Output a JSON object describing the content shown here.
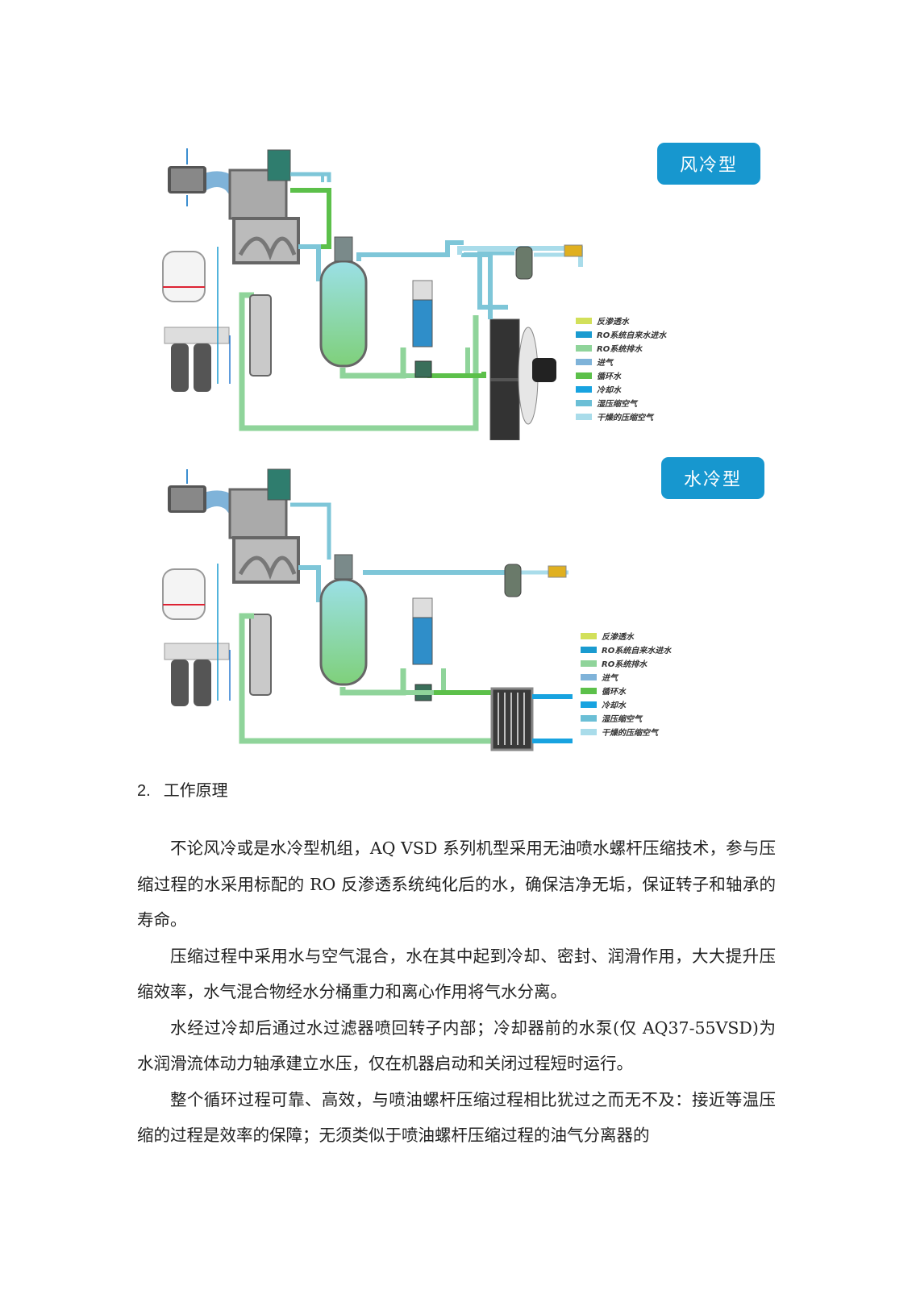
{
  "diagrams": [
    {
      "badge": "风冷型",
      "legend": [
        {
          "label": "反渗透水",
          "color": "#d2e05a"
        },
        {
          "label": "RO系统自来水进水",
          "color": "#1a9bd0"
        },
        {
          "label": "RO系统排水",
          "color": "#8fd49a"
        },
        {
          "label": "进气",
          "color": "#7fb3d9"
        },
        {
          "label": "循环水",
          "color": "#5cc04a"
        },
        {
          "label": "冷却水",
          "color": "#18a3e0"
        },
        {
          "label": "湿压缩空气",
          "color": "#6bbfd6"
        },
        {
          "label": "干燥的压缩空气",
          "color": "#a9dcea"
        }
      ]
    },
    {
      "badge": "水冷型",
      "legend": [
        {
          "label": "反渗透水",
          "color": "#d2e05a"
        },
        {
          "label": "RO系统自来水进水",
          "color": "#1a9bd0"
        },
        {
          "label": "RO系统排水",
          "color": "#8fd49a"
        },
        {
          "label": "进气",
          "color": "#7fb3d9"
        },
        {
          "label": "循环水",
          "color": "#5cc04a"
        },
        {
          "label": "冷却水",
          "color": "#18a3e0"
        },
        {
          "label": "湿压缩空气",
          "color": "#6bbfd6"
        },
        {
          "label": "干燥的压缩空气",
          "color": "#a9dcea"
        }
      ]
    }
  ],
  "section": {
    "number": "2.",
    "title": "工作原理"
  },
  "paragraphs": [
    "不论风冷或是水冷型机组，AQ VSD 系列机型采用无油喷水螺杆压缩技术，参与压缩过程的水采用标配的 RO 反渗透系统纯化后的水，确保洁净无垢，保证转子和轴承的寿命。",
    "压缩过程中采用水与空气混合，水在其中起到冷却、密封、润滑作用，大大提升压缩效率，水气混合物经水分桶重力和离心作用将气水分离。",
    "水经过冷却后通过水过滤器喷回转子内部；冷却器前的水泵(仅 AQ37-55VSD)为水润滑流体动力轴承建立水压，仅在机器启动和关闭过程短时运行。",
    "整个循环过程可靠、高效，与喷油螺杆压缩过程相比犹过之而无不及：接近等温压缩的过程是效率的保障；无须类似于喷油螺杆压缩过程的油气分离器的"
  ]
}
